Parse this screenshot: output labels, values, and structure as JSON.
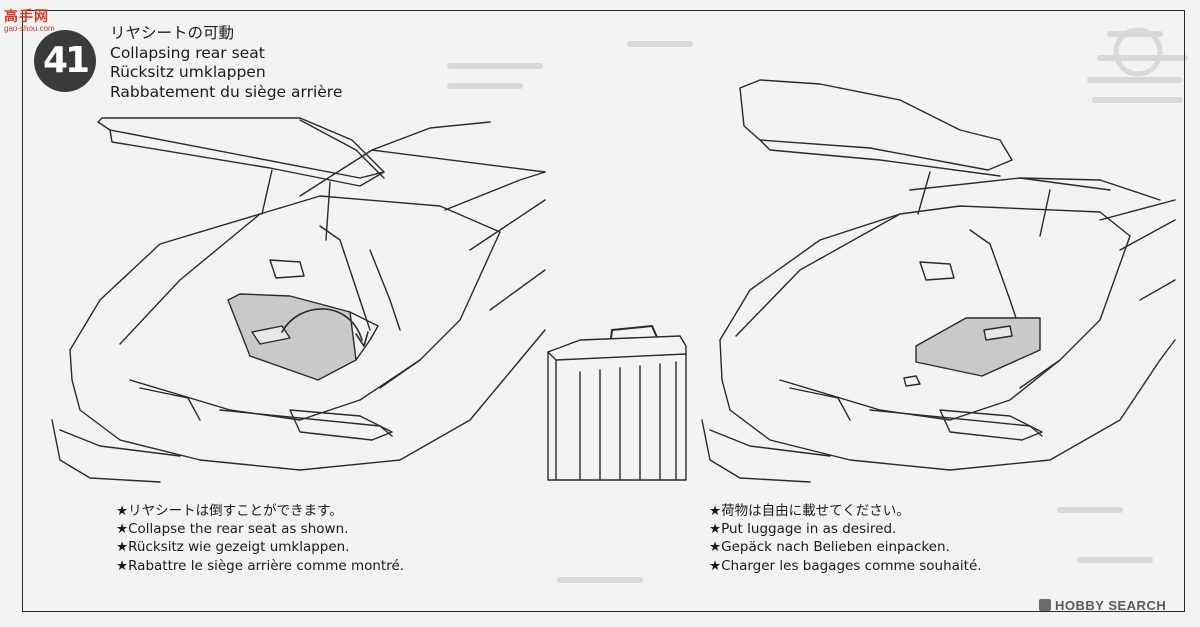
{
  "watermark": {
    "brand": "高手网",
    "url": "gao-shou.com"
  },
  "step": {
    "number": "41",
    "title_ja": "リヤシートの可動",
    "title_en": "Collapsing rear seat",
    "title_de": "Rücksitz umklappen",
    "title_fr": "Rabbatement du siège arrière"
  },
  "notes_left": [
    "★リヤシートは倒すことができます。",
    "★Collapse the rear seat as shown.",
    "★Rücksitz wie gezeigt umklappen.",
    "★Rabattre le siège arrière comme montré."
  ],
  "notes_right": [
    "★荷物は自由に載せてください。",
    "★Put luggage in as desired.",
    "★Gepäck nach Belieben einpacken.",
    "★Charger les bagages comme souhaité."
  ],
  "footer": {
    "logo_text": "HOBBY SEARCH",
    "logo_icon": "hobby-search-logo-icon"
  },
  "colors": {
    "line": "#2a2a2a",
    "part_fill": "#c9c9c9",
    "badge": "#3a3a3a",
    "paper": "#f3f3f1"
  }
}
